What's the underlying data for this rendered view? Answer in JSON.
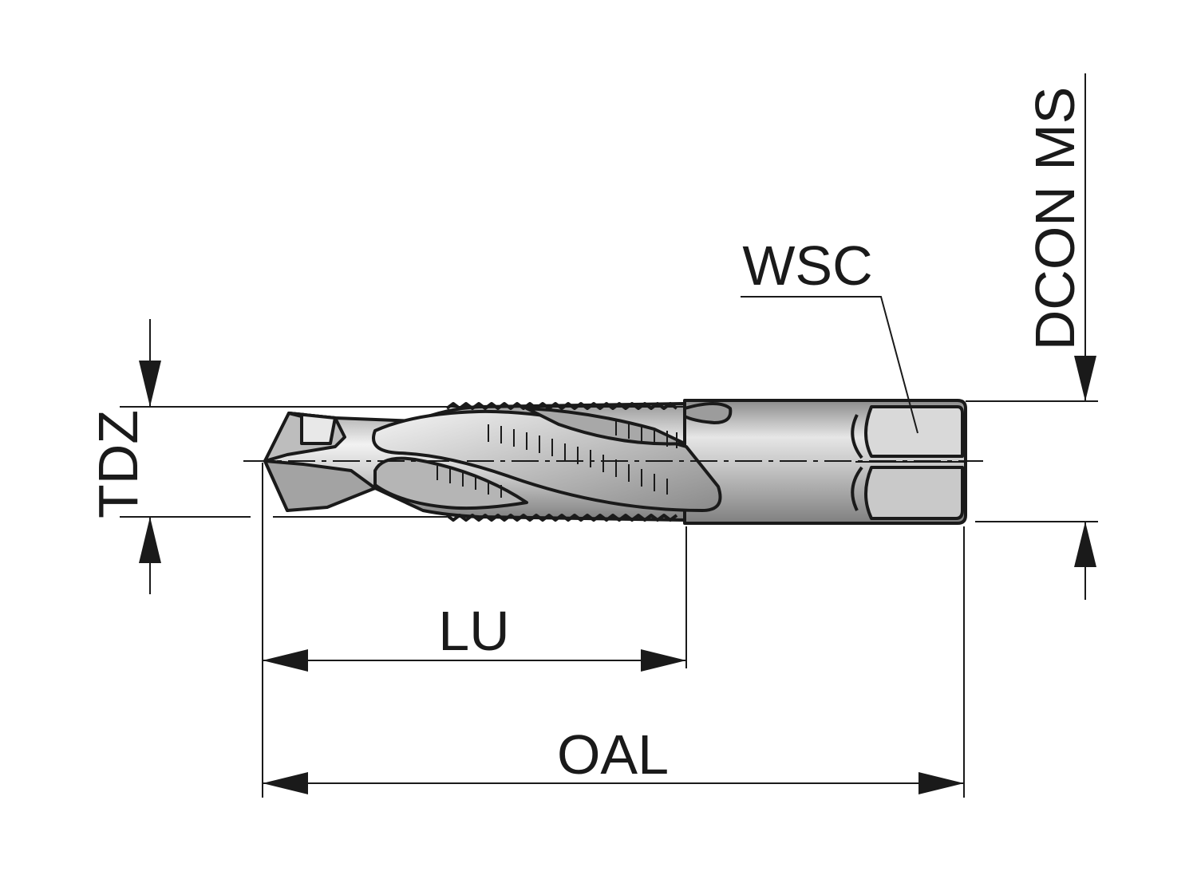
{
  "diagram": {
    "labels": {
      "tdz": "TDZ",
      "lu": "LU",
      "oal": "OAL",
      "wsc": "WSC",
      "dcon": "DCON MS"
    },
    "colors": {
      "line": "#1a1a1a",
      "body_fill": "#c8c8c8",
      "shank_fill": "#bdbdbd",
      "square_fill": "#d9d9d9",
      "highlight": "#efefef"
    }
  }
}
